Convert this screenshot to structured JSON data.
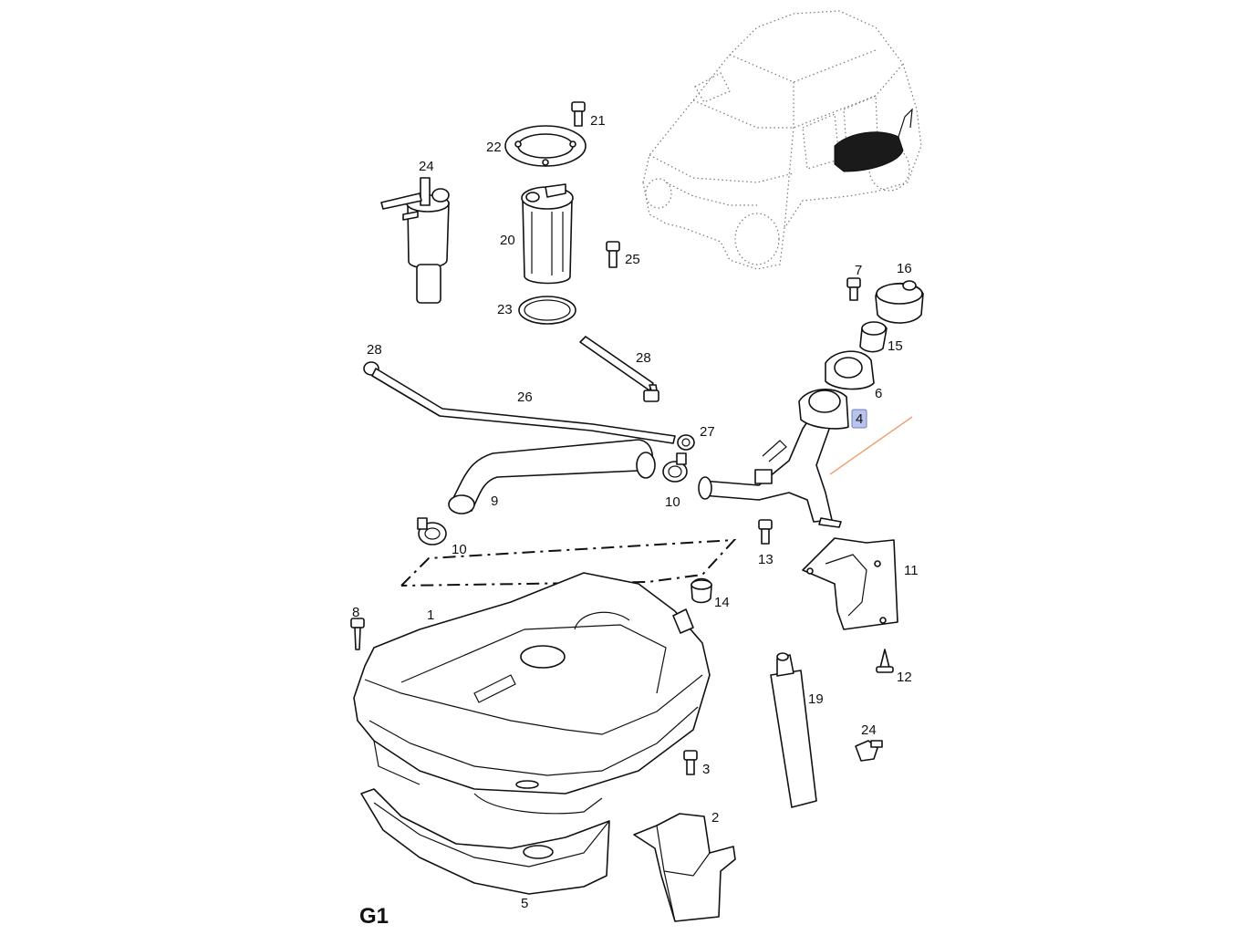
{
  "sheet_label": "G1",
  "highlighted_callout": "4",
  "highlight_color": "#b8c4ea",
  "pointer_color": "#f0a070",
  "callouts": {
    "c1": "1",
    "c2": "2",
    "c3": "3",
    "c4": "4",
    "c5": "5",
    "c6": "6",
    "c7": "7",
    "c8": "8",
    "c9": "9",
    "c10a": "10",
    "c10b": "10",
    "c11": "11",
    "c12": "12",
    "c13": "13",
    "c14": "14",
    "c15": "15",
    "c16": "16",
    "c19": "19",
    "c20": "20",
    "c21": "21",
    "c22": "22",
    "c23": "23",
    "c24a": "24",
    "c24b": "24",
    "c25": "25",
    "c26": "26",
    "c27": "27",
    "c28a": "28",
    "c28b": "28"
  }
}
